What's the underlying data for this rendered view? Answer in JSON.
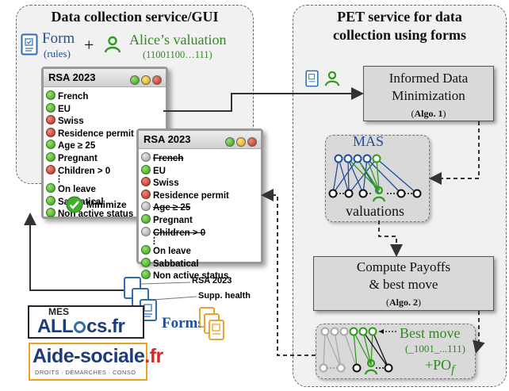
{
  "left_panel": {
    "title": "Data collection service/GUI"
  },
  "right_panel": {
    "title_line1": "PET service for data",
    "title_line2": "collection using forms"
  },
  "header": {
    "form_label": "Form",
    "rules_label": "(rules)",
    "plus": "+",
    "valuation_label": "Alice’s valuation",
    "valuation_bits": "(11001100…111)"
  },
  "window1": {
    "title": "RSA 2023",
    "items": [
      {
        "label": "French",
        "status": "green",
        "struck": false
      },
      {
        "label": "EU",
        "status": "green",
        "struck": false
      },
      {
        "label": "Swiss",
        "status": "red",
        "struck": false
      },
      {
        "label": "Residence permit",
        "status": "red",
        "struck": false
      },
      {
        "label": "Age ≥ 25",
        "status": "green",
        "struck": false
      },
      {
        "label": "Pregnant",
        "status": "green",
        "struck": false
      },
      {
        "label": "Children > 0",
        "status": "red",
        "struck": false
      }
    ],
    "items_after": [
      {
        "label": "On leave",
        "status": "green",
        "struck": false
      },
      {
        "label": "Sabbatical",
        "status": "green",
        "struck": false
      },
      {
        "label": "Non active status",
        "status": "green",
        "struck": false
      }
    ],
    "minimize_label": "Minimize"
  },
  "window2": {
    "title": "RSA 2023",
    "items": [
      {
        "label": "French",
        "status": "grey",
        "struck": true
      },
      {
        "label": "EU",
        "status": "green",
        "struck": false
      },
      {
        "label": "Swiss",
        "status": "red",
        "struck": false
      },
      {
        "label": "Residence permit",
        "status": "red",
        "struck": false
      },
      {
        "label": "Age ≥ 25",
        "status": "grey",
        "struck": true
      },
      {
        "label": "Pregnant",
        "status": "green",
        "struck": false
      },
      {
        "label": "Children > 0",
        "status": "grey",
        "struck": true
      }
    ],
    "items_after": [
      {
        "label": "On leave",
        "status": "green",
        "struck": false
      },
      {
        "label": "Sabbatical",
        "status": "green",
        "struck": false
      },
      {
        "label": "Non active status",
        "status": "green",
        "struck": false
      }
    ]
  },
  "idm_box": {
    "line1": "Informed Data",
    "line2": "Minimization",
    "algo": "Algo. 1"
  },
  "mas_box": {
    "top": "MAS",
    "bottom": "valuations"
  },
  "payoff_box": {
    "line1": "Compute Payoffs",
    "line2": "& best move",
    "algo": "Algo. 2"
  },
  "best_move": {
    "label": "Best move",
    "bits": "(_1001_...111)",
    "po_prefix": "+PO",
    "po_sub": "f"
  },
  "forms_area": {
    "callout1": "RSA 2023",
    "callout2": "Supp. health",
    "forms_label": "Forms"
  },
  "logo_mesallocs": {
    "part1": "MES",
    "part2": "ALL",
    "part3": "cs.fr"
  },
  "logo_aidesociale": {
    "main": "Aide-sociale",
    "suffix": ".fr",
    "tagline": "DROITS · DÉMARCHES · CONSO"
  },
  "colors": {
    "green": "#3a9a2e",
    "red": "#c0392b",
    "dark_green": "#1f7a1f",
    "mas_blue": "#1f4e9c"
  }
}
